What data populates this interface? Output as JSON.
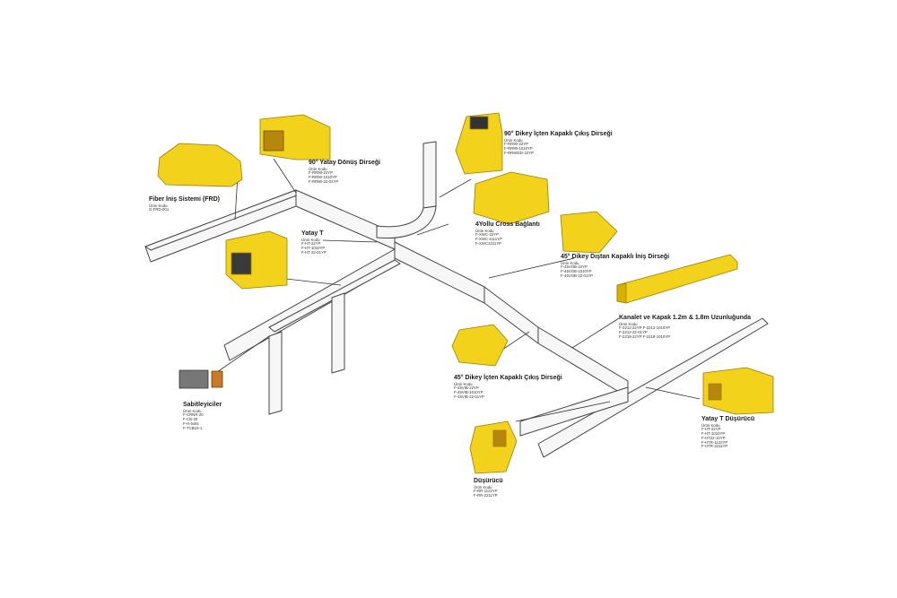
{
  "colors": {
    "yellow": "#f3d21c",
    "yellow_dark": "#d9b000",
    "tray": "#f7f7f7",
    "outline": "#444444"
  },
  "labels": [
    {
      "id": "fiber",
      "title": "Fiber İniş Sistemi (FRD)",
      "sub": "Ürün Kodu",
      "codes": [
        "G-FRD-001"
      ]
    },
    {
      "id": "h90",
      "title": "90° Yatay Dönüş Dirseği",
      "sub": "Ürün Kodu",
      "codes": [
        "F-RR90-22YP",
        "F-RR90-1010YP",
        "F-RR90-22-01YP"
      ]
    },
    {
      "id": "v90in",
      "title": "90° Dikey İçten Kapaklı Çıkış Dirseği",
      "sub": "Ürün Kodu",
      "codes": [
        "F-RR90-22YP",
        "F-RR90-1010YP",
        "F-RR90SD-22YP"
      ]
    },
    {
      "id": "yatayt",
      "title": "Yatay T",
      "sub": "Ürün Kodu",
      "codes": [
        "F-HT-22YP",
        "F-HT-1010YP",
        "F-HT-22-01YP"
      ]
    },
    {
      "id": "cross",
      "title": "4Yollu Cross Bağlantı",
      "sub": "Ürün Kodu",
      "codes": [
        "F-XWC-22YP",
        "F-XWC-1111YP",
        "F-XWC2211YP"
      ]
    },
    {
      "id": "v45out",
      "title": "45° Dikey Dıştan Kapaklı İniş Dirseği",
      "sub": "Ürün Kodu",
      "codes": [
        "F-45VOB-22YP",
        "F-45VOB-1010YP",
        "F-45VOB-22-01YP"
      ]
    },
    {
      "id": "kanal",
      "title": "Kanalet ve Kapak 1.2m & 1.8m Uzunluğunda",
      "sub": "Ürün Kodu",
      "codes": [
        "F-2212-22YP  F-2212-1010YP",
        "F-2212-22-01YP",
        "F-2218-22YP  F-2218-1010YP"
      ]
    },
    {
      "id": "v45in",
      "title": "45° Dikey İçten Kapaklı Çıkış Dirseği",
      "sub": "Ürün Kodu",
      "codes": [
        "F-45VIB-22YP",
        "F-45VIB-1010YP",
        "F-45VIB-22-01YP"
      ]
    },
    {
      "id": "sabit",
      "title": "Sabitleyiciler",
      "sub": "Ürün Kodu",
      "codes": [
        "F-CRNR-20",
        "F-CB-20",
        "F-H-bolts",
        "F-TCB10-1"
      ]
    },
    {
      "id": "yatayt2",
      "title": "Yatay T Düşürücü",
      "sub": "Ürün Kodu",
      "codes": [
        "F-HT-22YP",
        "F-HT-1010YP",
        "F-HT22-10YP",
        "F-HTR-1122YP",
        "F-HTR-2211YP"
      ]
    },
    {
      "id": "dusur",
      "title": "Düşürücü",
      "sub": "Ürün Kodu",
      "codes": [
        "F-RR-1122YP",
        "F-RR-2211YP"
      ]
    }
  ]
}
